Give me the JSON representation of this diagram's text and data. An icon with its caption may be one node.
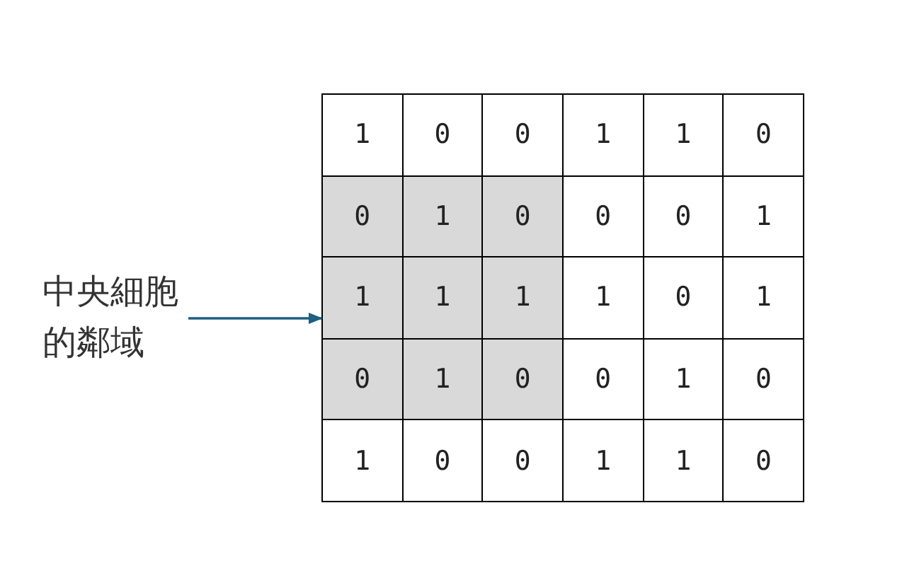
{
  "diagram": {
    "nodes": [
      {
        "text": [
          "中央細胞的鄰域"
        ]
      },
      {
        "text": [],
        "shape": "box"
      }
    ],
    "edges": [
      {
        "from": 0,
        "to": 1,
        "arrow": "to"
      }
    ],
    "labels": [
      "1",
      "0",
      "0",
      "1",
      "1",
      "0",
      "0",
      "1",
      "0",
      "0",
      "0",
      "1",
      "1",
      "1",
      "1",
      "1",
      "0",
      "1",
      "0",
      "1",
      "0",
      "0",
      "1",
      "0",
      "1",
      "0",
      "0",
      "1",
      "1",
      "0"
    ]
  }
}
